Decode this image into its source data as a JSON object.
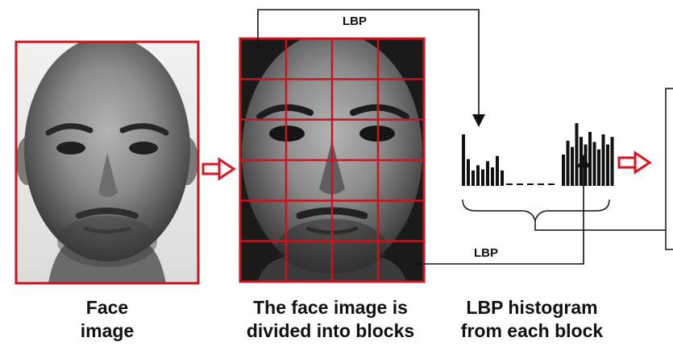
{
  "captions": {
    "face": [
      "Face",
      "image"
    ],
    "blocks": [
      "The face image is",
      "divided into blocks"
    ],
    "histogram": [
      "LBP histogram",
      "from each block"
    ]
  },
  "labels": {
    "lbp_top": "LBP",
    "lbp_bottom": "LBP"
  },
  "grid": {
    "rows": 6,
    "cols": 4
  },
  "histograms": {
    "left": [
      1.0,
      0.52,
      0.3,
      0.4,
      0.32,
      0.48,
      0.36,
      0.58,
      0.3
    ],
    "right": [
      0.5,
      0.72,
      0.62,
      1.0,
      0.78,
      0.66,
      0.86,
      0.7,
      0.58,
      0.82,
      0.66,
      0.78
    ]
  },
  "colors": {
    "frame": "#c8141e",
    "arrow": "#d8141e",
    "ink": "#111111",
    "face_light": "#8a8a8a",
    "face_dark": "#2a2a2a"
  },
  "icons": [
    "right-arrow-icon",
    "face-photo"
  ]
}
